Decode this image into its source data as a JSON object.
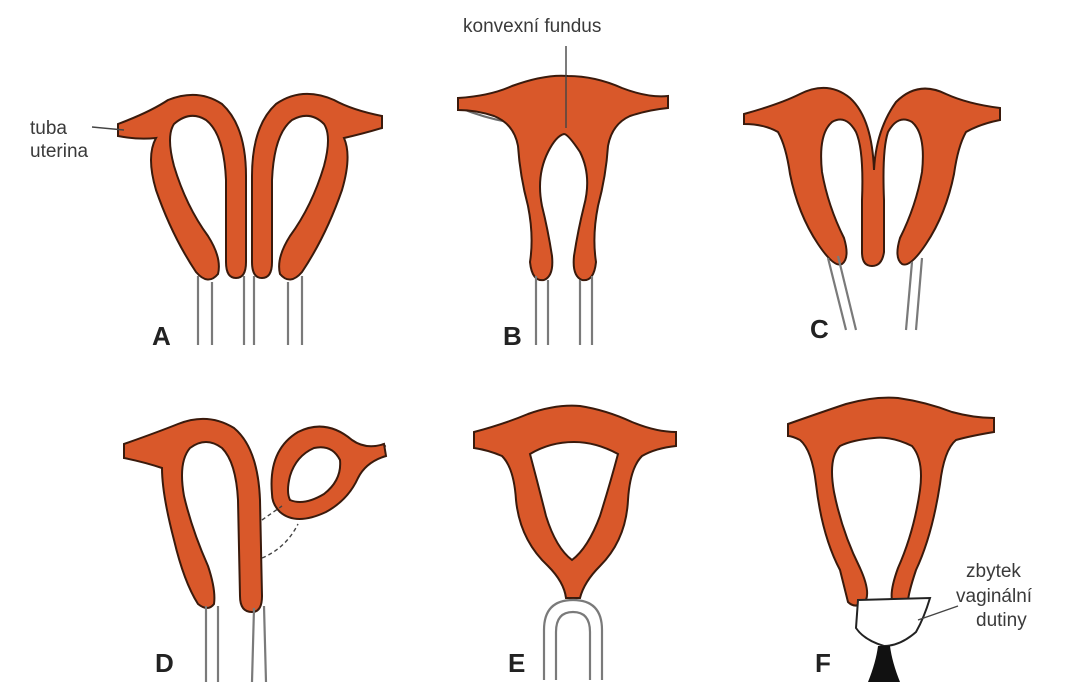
{
  "labels": {
    "tuba_uterina_1": "tuba",
    "tuba_uterina_2": "uterina",
    "konvexni_fundus": "konvexní fundus",
    "zbytek_1": "zbytek",
    "zbytek_2": "vaginální",
    "zbytek_3": "dutiny"
  },
  "panels": {
    "a": "A",
    "b": "B",
    "c": "C",
    "d": "D",
    "e": "E",
    "f": "F"
  },
  "colors": {
    "organ_fill": "#d9582a",
    "organ_outline": "#3a1a0c",
    "tube": "#6d6d6d",
    "background": "#ffffff"
  }
}
